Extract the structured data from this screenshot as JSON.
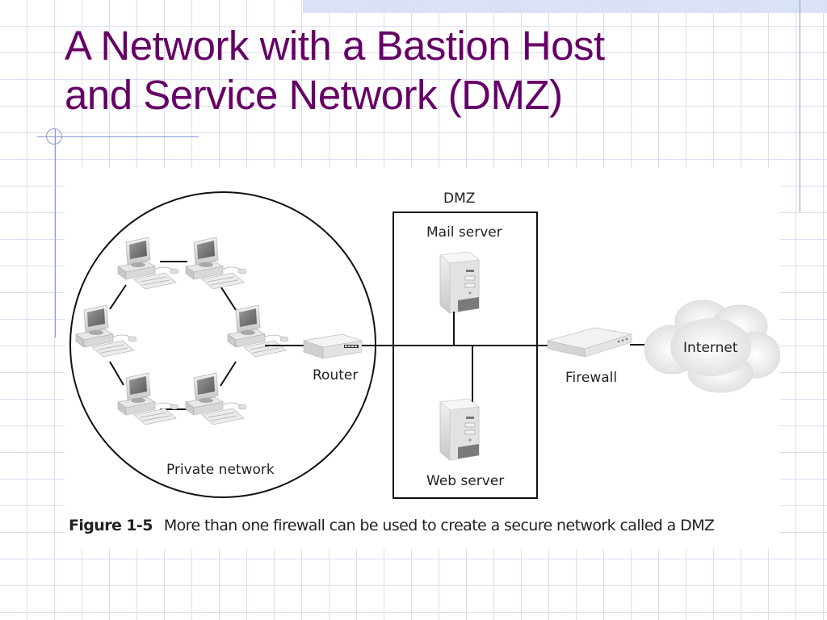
{
  "slide": {
    "title_lines": [
      "A Network with a Bastion Host",
      "and Service Network (DMZ)"
    ],
    "title_color": "#660066",
    "accent_line_color": "#8a9ad8",
    "grid_color": "#dcdcf2"
  },
  "diagram": {
    "private_network": {
      "label": "Private network",
      "computers": [
        {
          "id": "pc-top-left"
        },
        {
          "id": "pc-top-right"
        },
        {
          "id": "pc-left"
        },
        {
          "id": "pc-right"
        },
        {
          "id": "pc-bottom-left"
        },
        {
          "id": "pc-bottom-right"
        }
      ],
      "topology": "ring"
    },
    "router": {
      "label": "Router"
    },
    "dmz": {
      "label": "DMZ",
      "servers": [
        {
          "label": "Mail server"
        },
        {
          "label": "Web server"
        }
      ]
    },
    "firewall": {
      "label": "Firewall"
    },
    "internet": {
      "label": "Internet"
    },
    "connections": [
      [
        "pc-top-left",
        "pc-top-right"
      ],
      [
        "pc-top-right",
        "pc-right"
      ],
      [
        "pc-right",
        "pc-bottom-right"
      ],
      [
        "pc-bottom-right",
        "pc-bottom-left"
      ],
      [
        "pc-bottom-left",
        "pc-left"
      ],
      [
        "pc-left",
        "pc-top-left"
      ],
      [
        "pc-right",
        "Router"
      ],
      [
        "Router",
        "backbone"
      ],
      [
        "Mail server",
        "backbone"
      ],
      [
        "Web server",
        "backbone"
      ],
      [
        "backbone",
        "Firewall"
      ],
      [
        "Firewall",
        "Internet"
      ]
    ]
  },
  "caption": {
    "figure_number": "Figure 1-5",
    "text": "More than one firewall can be used to create a secure network called a DMZ"
  }
}
